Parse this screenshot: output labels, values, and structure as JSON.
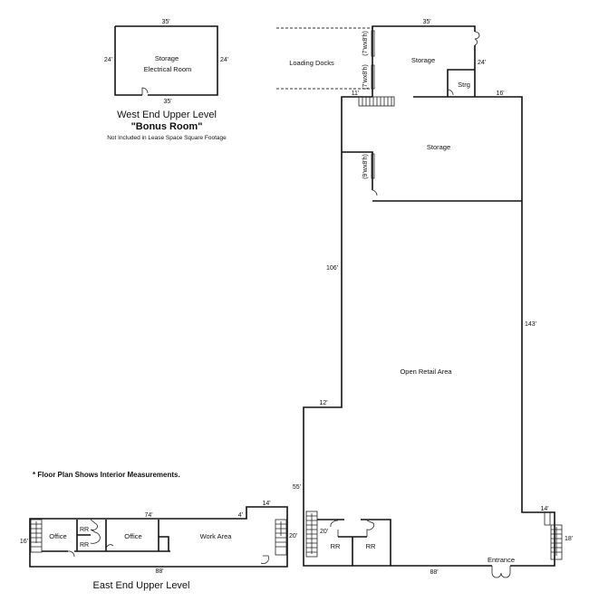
{
  "west_end": {
    "title": "West End Upper Level",
    "subtitle": "\"Bonus Room\"",
    "note": "Not Included in Lease Space Square Footage",
    "rooms": [
      "Storage",
      "Electrical Room"
    ],
    "dims": {
      "top": "35'",
      "bottom": "35'",
      "left": "24'",
      "right": "24'"
    }
  },
  "main": {
    "rooms": {
      "loading_docks": "Loading Docks",
      "upper_storage": "Storage",
      "strg": "Strg",
      "storage": "Storage",
      "open_retail": "Open Retail Area",
      "rr1": "RR",
      "rr2": "RR",
      "entrance": "Entrance"
    },
    "doors": {
      "dock1": "(7'wx8'h)",
      "dock2": "(7'wx8'h)",
      "interior": "(9'wx8'h)"
    },
    "dims": {
      "top": "35'",
      "right_upper": "24'",
      "step_left": "11'",
      "step_right": "16'",
      "left": "106'",
      "right": "143'",
      "jog": "12'",
      "lower_left": "55'",
      "stair_left": "20'",
      "bottom": "88'",
      "right_jog": "14'",
      "right_stair": "18'"
    }
  },
  "east_end": {
    "title": "East End Upper Level",
    "rooms": {
      "office1": "Office",
      "rr1": "RR",
      "rr2": "RR",
      "office2": "Office",
      "work": "Work Area"
    },
    "dims": {
      "top": "74'",
      "bottom": "88'",
      "left": "16'",
      "right": "20'",
      "step": "4'",
      "step_top": "14'"
    }
  },
  "footnote": "* Floor Plan Shows Interior Measurements."
}
